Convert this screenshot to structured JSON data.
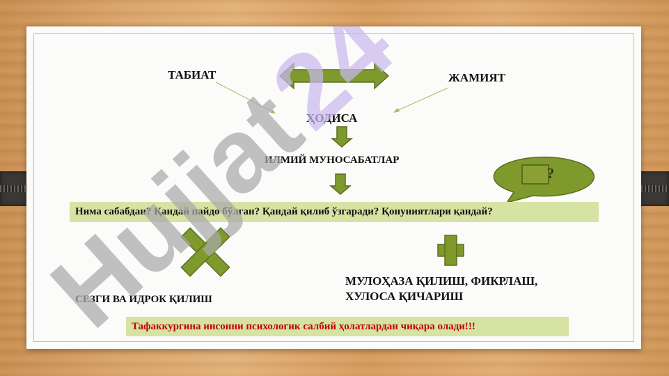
{
  "nodes": {
    "tabiat": "ТАБИАТ",
    "jamiyat": "ЖАМИЯТ",
    "hodisa": "ҲОДИСА",
    "ilmiy": "ИЛМИЙ МУНОСАБАТЛАР",
    "sezgi": "СЕЗГИ ВА ИДРОК ҚИЛИШ",
    "mulohaza_line1": "МУЛОҲАЗА ҚИЛИШ, ФИКРЛАШ,",
    "mulohaza_line2": "ХУЛОСА ҚИЧАРИШ"
  },
  "questions_band": "Нима сабабдан? Қандай пайдо бўлган? Қандай қилиб ўзгаради? Қонуниятлари қандай?",
  "conclusion_band": "Тафаккургина инсонни психологик салбий ҳолатлардан чиқара олади!!!",
  "speech_bubble_glyph": "?",
  "watermark": "Hujjat 24",
  "colors": {
    "olive": "#7f9a2c",
    "olive_dark": "#5b6e1e",
    "band": "#d6e3a2",
    "conclusion_text": "#c00000",
    "watermark_gray": "#a9a9a9",
    "watermark_lilac": "#c9b8ef"
  },
  "icons": {
    "double_arrow": "double-arrow-icon",
    "down_arrow": "down-arrow-icon",
    "speech_bubble": "speech-bubble-icon",
    "cross": "cross-icon",
    "plus": "plus-icon"
  }
}
